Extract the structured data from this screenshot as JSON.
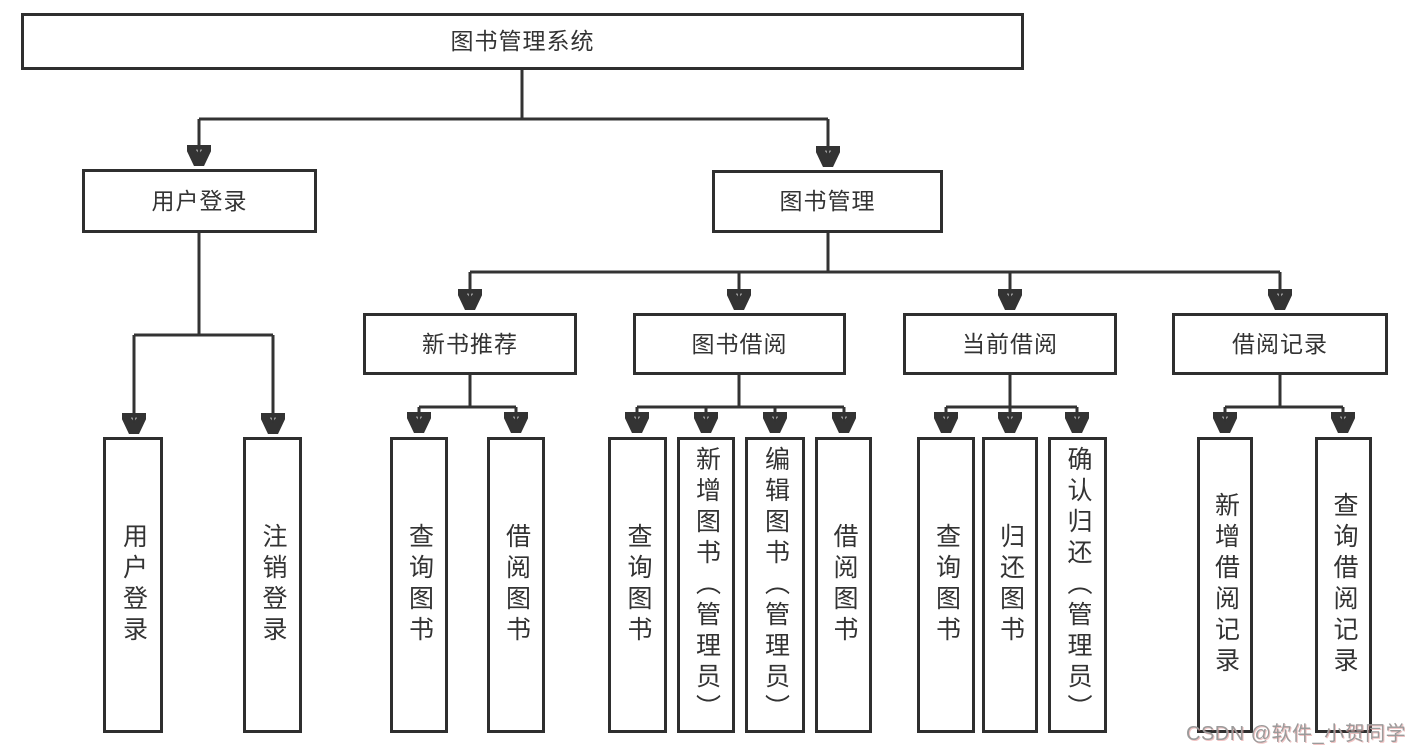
{
  "diagram": {
    "root": {
      "label": "图书管理系统"
    },
    "user": {
      "label": "用户登录",
      "children": [
        "用户登录",
        "注销登录"
      ]
    },
    "books": {
      "label": "图书管理",
      "modules": [
        {
          "label": "新书推荐",
          "children": [
            "查询图书",
            "借阅图书"
          ]
        },
        {
          "label": "图书借阅",
          "children": [
            "查询图书",
            "新增图书（管理员）",
            "编辑图书（管理员）",
            "借阅图书"
          ]
        },
        {
          "label": "当前借阅",
          "children": [
            "查询图书",
            "归还图书",
            "确认归还（管理员）"
          ]
        },
        {
          "label": "借阅记录",
          "children": [
            "新增借阅记录",
            "查询借阅记录"
          ]
        }
      ]
    }
  },
  "watermark": "CSDN @软件_小贺同学",
  "colors": {
    "line": "#333333",
    "box_border": "#2f2f2f",
    "box_fill": "#ffffff",
    "text": "#333333",
    "watermark": "#9b9b9b"
  }
}
